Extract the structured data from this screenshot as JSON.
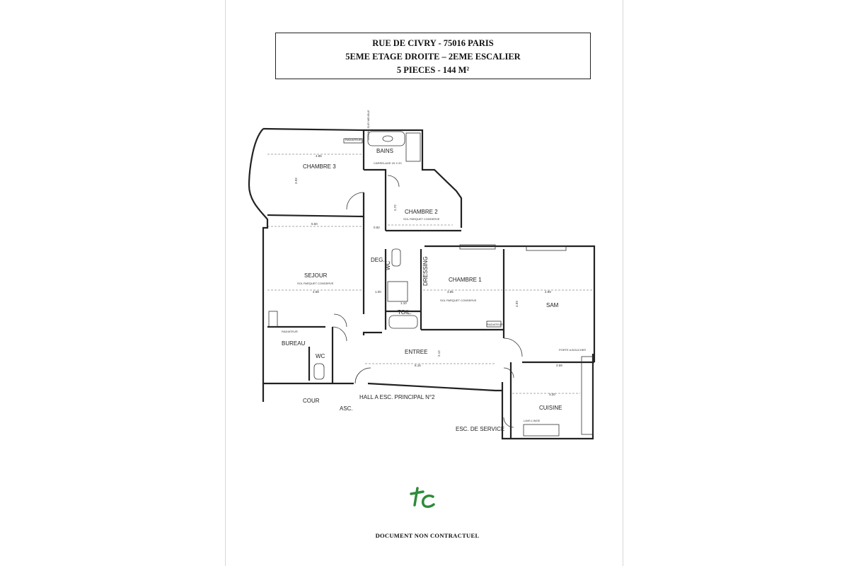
{
  "header": {
    "line1": "RUE DE CIVRY - 75016 PARIS",
    "line2": "5EME ETAGE DROITE – 2EME ESCALIER",
    "line3": "5 PIECES - 144 M²"
  },
  "rooms": {
    "chambre3": "CHAMBRE 3",
    "bains": "BAINS",
    "chambre2": "CHAMBRE 2",
    "sejour": "SEJOUR",
    "deg": "DEG.",
    "wc1": "WC",
    "dressing": "DRESSING",
    "chambre1": "CHAMBRE 1",
    "sam": "SAM",
    "toil": "TOIL.",
    "bureau": "BUREAU",
    "wc2": "WC",
    "entree": "ENTREE",
    "cuisine": "CUISINE",
    "cour": "COUR",
    "asc": "ASC.",
    "hall": "HALL A ESC. PRINCIPAL N°2",
    "service": "ESC. DE SERVICE"
  },
  "notes": {
    "sol_ch2": "SOL PARQUET CONSERVE",
    "sol_sejour": "SOL PARQUET CONSERVE",
    "sol_ch1": "SOL PARQUET CONSERVE",
    "radiateur_ch3": "RADIATEUR",
    "radiateur_ch1": "RADIATEUR",
    "radiateur_bureau": "RADIATEUR",
    "porte_bouchee": "PORTE A BOUCHER",
    "carrelage": "CARRELAGE 20 X 20",
    "lavabo": "LAVABO SUR MEUBLE",
    "lave_linge": "LAVE-LINGE"
  },
  "dimensions": {
    "d1": "4.85",
    "d2": "5.50",
    "d3": "4.58",
    "d4": "3.93",
    "d5": "2.72",
    "d6": "3.85",
    "d7": "2.99",
    "d8": "4.93",
    "d9": "8.15",
    "d10": "2.12",
    "d11": "3.59",
    "d12": "3.20",
    "d13": "1.00",
    "d14": "0.82",
    "d15": "1.10"
  },
  "footer": {
    "logo_text": "tc",
    "disclaimer": "DOCUMENT NON CONTRACTUEL"
  },
  "colors": {
    "logo_green": "#2e8b3a",
    "line": "#222222"
  }
}
